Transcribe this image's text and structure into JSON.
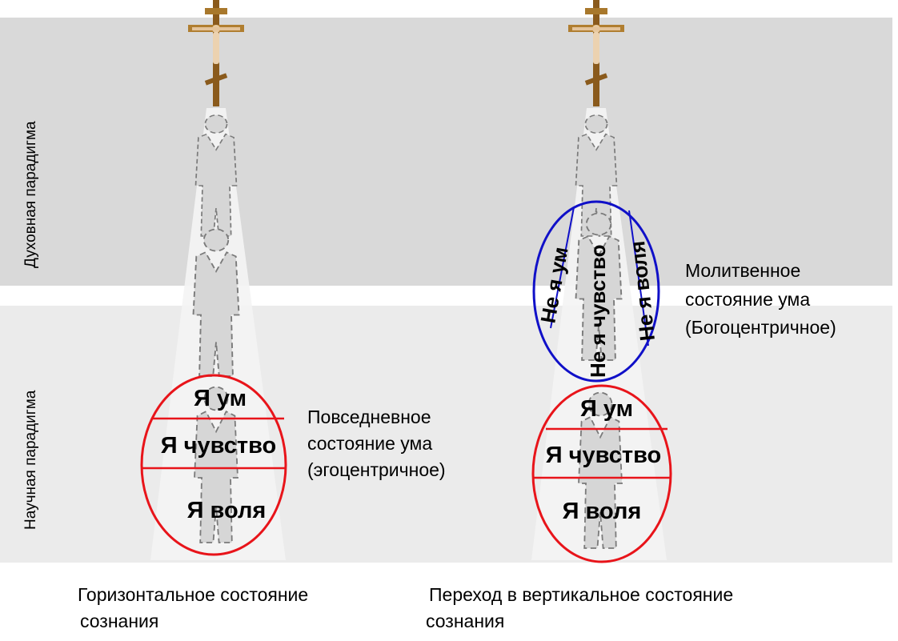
{
  "paradigms": {
    "spiritual": "Духовная парадигма",
    "scientific": "Научная парадигма"
  },
  "left": {
    "ego": [
      "Я ум",
      "Я чувство",
      "Я воля"
    ],
    "state_label": [
      "Повседневное",
      "состояние  ума",
      "(эгоцентричное)"
    ],
    "caption": [
      "Горизонтальное  состояние",
      "сознания"
    ]
  },
  "right": {
    "ego": [
      "Я ум",
      "Я чувство",
      "Я воля"
    ],
    "not_ego": [
      "Не я ум",
      "Не я чувство",
      "Не я воля"
    ],
    "state_label": [
      "Молитвенное",
      "состояние  ума",
      "(Богоцентричное)"
    ],
    "caption": [
      "Переход  в вертикальное состояние",
      "сознания"
    ]
  },
  "colors": {
    "spiritual_band": "#d9d9d9",
    "scientific_band": "#ebebeb",
    "ego_ellipse": "#e8141a",
    "prayer_ellipse": "#1010c8"
  }
}
